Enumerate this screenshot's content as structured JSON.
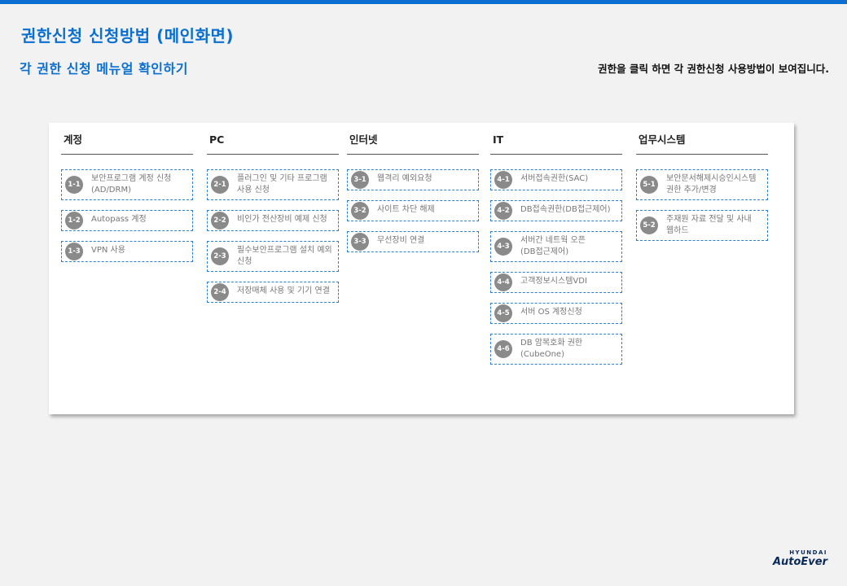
{
  "header": {
    "title": "권한신청 신청방법 (메인화면)",
    "subtitle": "각 권한 신청 메뉴얼 확인하기",
    "hint": "권한을 클릭 하면 각 권한신청 사용방법이 보여집니다."
  },
  "columns": [
    {
      "heading": "계정",
      "items": [
        {
          "num": "1-1",
          "label": "보안프로그램 계정 신청\n(AD/DRM)"
        },
        {
          "num": "1-2",
          "label": "Autopass 계정"
        },
        {
          "num": "1-3",
          "label": "VPN 사용"
        }
      ]
    },
    {
      "heading": "PC",
      "items": [
        {
          "num": "2-1",
          "label": "플러그인 및 기타 프로그램\n사용 신청"
        },
        {
          "num": "2-2",
          "label": "비인가 전산장비 예제 신청"
        },
        {
          "num": "2-3",
          "label": "필수보안프로그램 설치 예외\n신청"
        },
        {
          "num": "2-4",
          "label": "저장매체 사용 및 기기 연결"
        }
      ]
    },
    {
      "heading": "인터넷",
      "items": [
        {
          "num": "3-1",
          "label": "웹격리 예외요청"
        },
        {
          "num": "3-2",
          "label": "사이트 차단 해제"
        },
        {
          "num": "3-3",
          "label": "무선장비 연결"
        }
      ]
    },
    {
      "heading": "IT",
      "items": [
        {
          "num": "4-1",
          "label": "서버접속권한(SAC)"
        },
        {
          "num": "4-2",
          "label": "DB접속권한(DB접근제어)"
        },
        {
          "num": "4-3",
          "label": "서버간 네트웍 오픈\n(DB접근제어)"
        },
        {
          "num": "4-4",
          "label": "고객정보시스템VDI"
        },
        {
          "num": "4-5",
          "label": "서버 OS 계정신청"
        },
        {
          "num": "4-6",
          "label": "DB 암복호화 권한\n(CubeOne)"
        }
      ]
    },
    {
      "heading": "업무시스템",
      "items": [
        {
          "num": "5-1",
          "label": "보안문서해제시승인시스템\n권한 추가/변경"
        },
        {
          "num": "5-2",
          "label": "주재원 자료 전달 및 사내\n웹하드"
        }
      ]
    }
  ],
  "logo": {
    "line1": "HYUNDAI",
    "line2": "AutoEver"
  },
  "colors": {
    "accent": "#0a6fd1",
    "dash_border": "#2f7fd0",
    "badge": "#8a8a8a"
  }
}
